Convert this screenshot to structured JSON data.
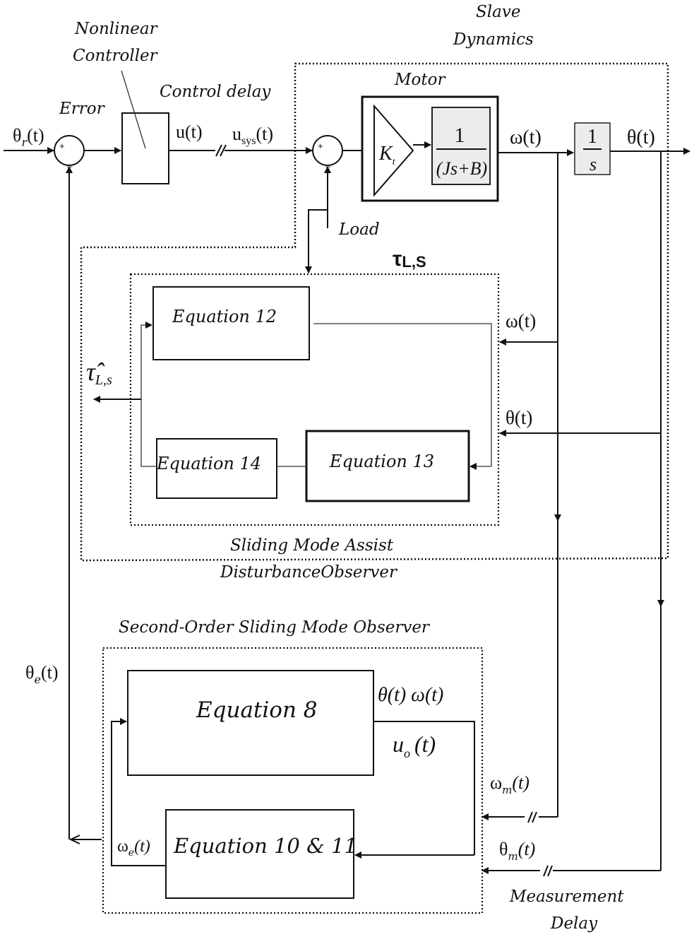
{
  "labels": {
    "theta_r": "θ",
    "theta_r_sub": "r",
    "theta_r_arg": "(t)",
    "error": "Error",
    "nonlinear_controller_l1": "Nonlinear",
    "nonlinear_controller_l2": "Controller",
    "u_t": "u(t)",
    "control_delay": "Control delay",
    "u_sys": "u",
    "u_sys_sub": "sys",
    "u_sys_arg": "(t)",
    "slave_dynamics_l1": "Slave",
    "slave_dynamics_l2": "Dynamics",
    "motor": "Motor",
    "kt": "K",
    "kt_sub": "t",
    "tf_num": "1",
    "tf_den": "(Js+B)",
    "omega_t": "ω(t)",
    "int_num": "1",
    "int_den": "s",
    "theta_t": "θ(t)",
    "load": "Load",
    "tau_ls": "τ",
    "tau_ls_sub": "L,S",
    "eq12": "Equation 12",
    "eq13": "Equation 13",
    "eq14": "Equation 14",
    "omega_in": "ω(t)",
    "theta_in": "θ(t)",
    "tau_hat": "τ̂",
    "tau_hat_sub": "L,s",
    "smado_l1": "Sliding Mode Assist",
    "smado_l2": "DisturbanceObserver",
    "sosmo_title": "Second-Order Sliding Mode Observer",
    "eq8": "Equation 8",
    "eq10_11": "Equation 10 & 11",
    "theta_omega_out": "θ(t) ω(t)",
    "u_o": "u",
    "u_o_sub": "o",
    "u_o_arg": "(t)",
    "theta_e": "θ",
    "theta_e_sub": "e",
    "theta_e_arg": "(t)",
    "omega_e": "ω",
    "omega_e_sub": "e",
    "omega_e_arg": "(t)",
    "omega_m": "ω",
    "omega_m_sub": "m",
    "omega_m_arg": "(t)",
    "theta_m": "θ",
    "theta_m_sub": "m",
    "theta_m_arg": "(t)",
    "measurement_delay_l1": "Measurement",
    "measurement_delay_l2": "Delay",
    "plus": "+",
    "minus": "_"
  }
}
